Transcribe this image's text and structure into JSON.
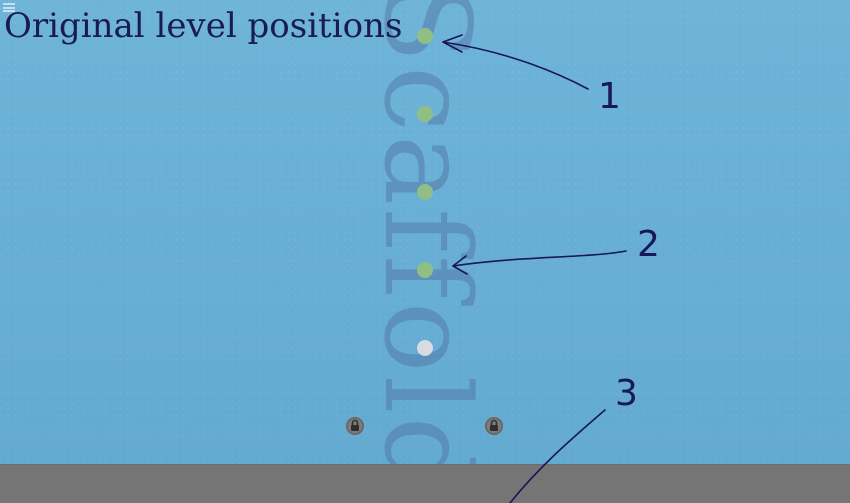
{
  "title": "Original level positions",
  "watermark": "Scaffold",
  "levels": [
    {
      "state": "completed",
      "color": "#8fbf85"
    },
    {
      "state": "completed",
      "color": "#8fbf85"
    },
    {
      "state": "completed",
      "color": "#8fbf85"
    },
    {
      "state": "completed",
      "color": "#8fbf85"
    },
    {
      "state": "current",
      "color": "#d8dbe0"
    }
  ],
  "locks": [
    {
      "icon": "lock-icon",
      "state": "locked"
    },
    {
      "icon": "lock-icon",
      "state": "locked"
    }
  ],
  "annotations": [
    {
      "label": "1"
    },
    {
      "label": "2"
    },
    {
      "label": "3"
    }
  ],
  "colors": {
    "sky": "#6bb1d6",
    "ground": "#757575",
    "ink": "#17175a",
    "watermark": "#506ea0"
  }
}
